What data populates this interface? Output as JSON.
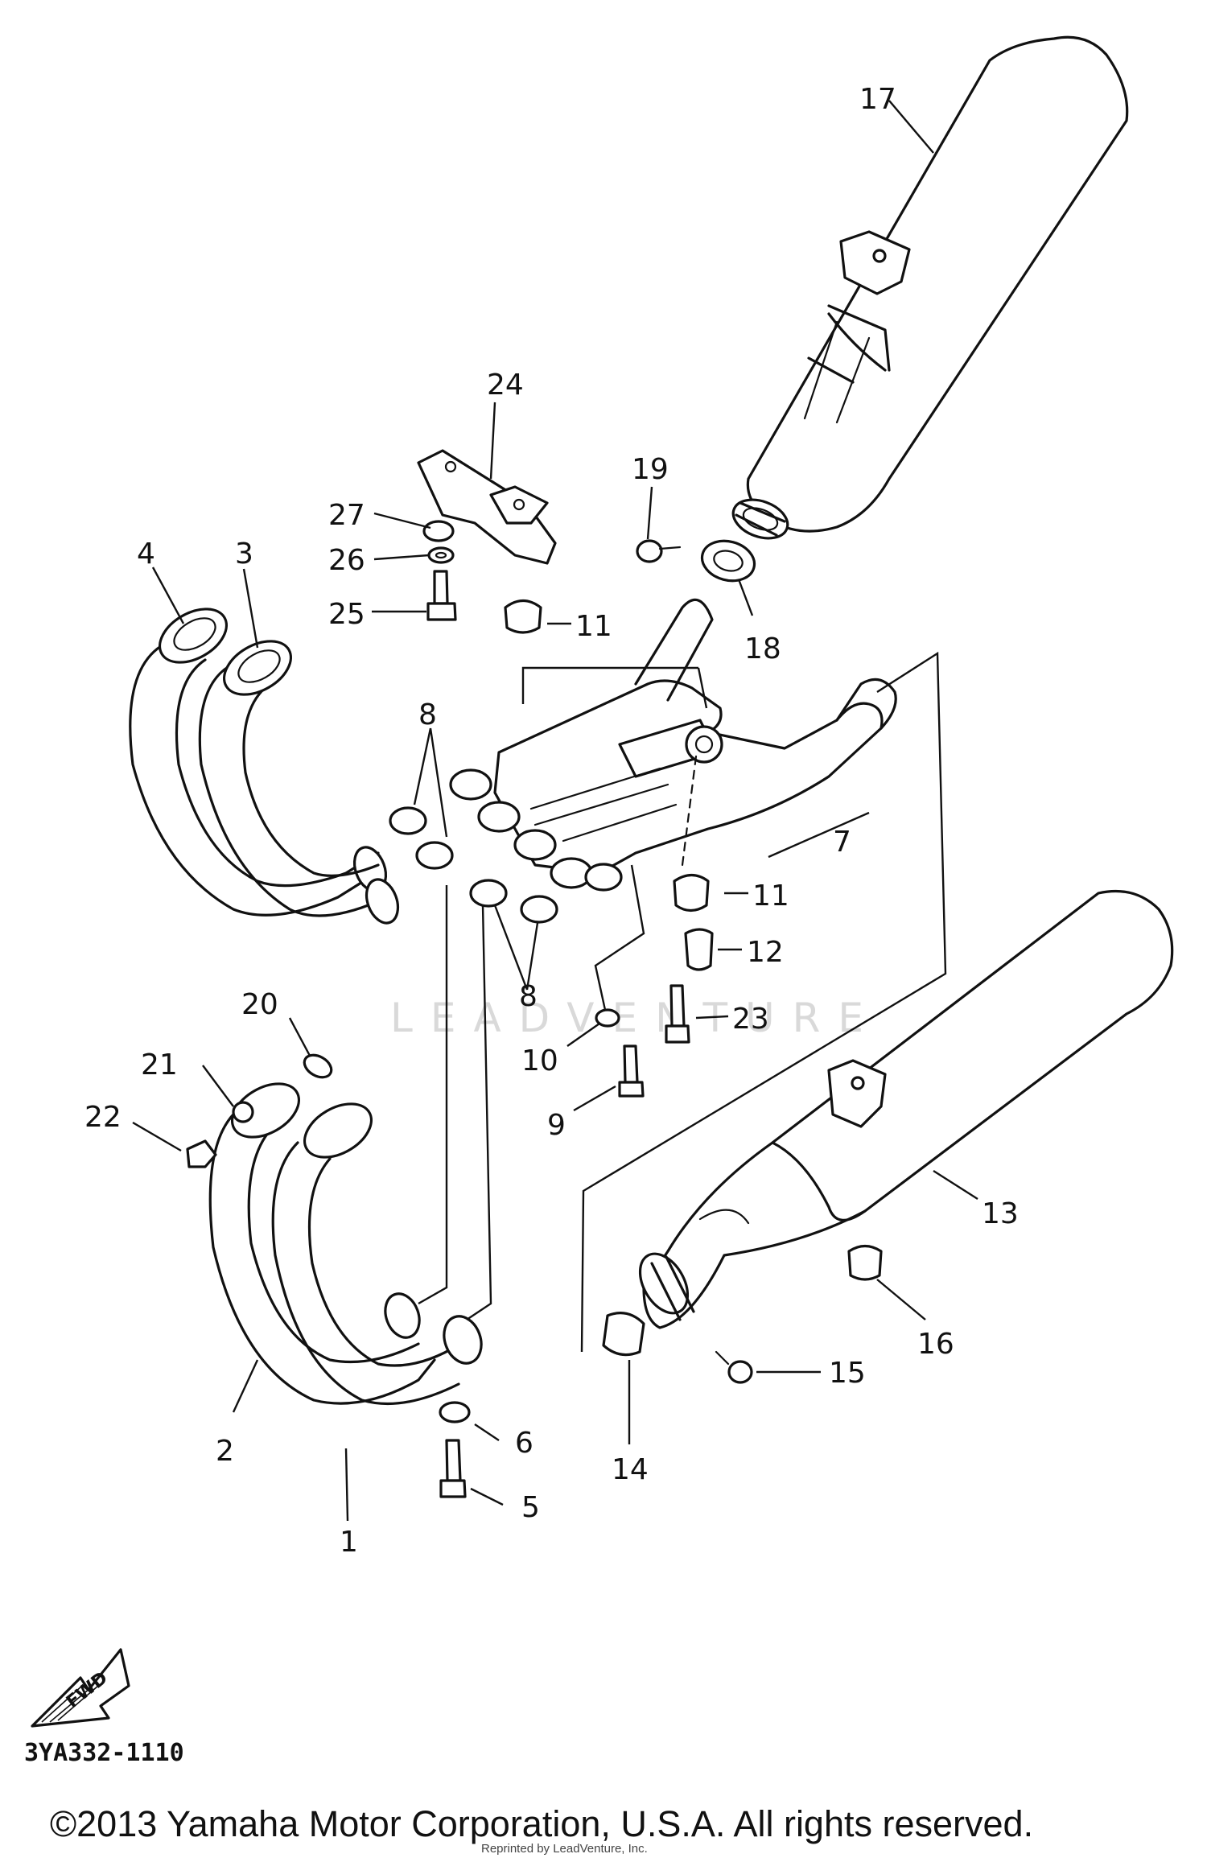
{
  "diagram_code": "3YA332-1110",
  "copyright": "©2013 Yamaha Motor Corporation, U.S.A. All rights reserved.",
  "reprint_note": "Reprinted by LeadVenture, Inc.",
  "watermark": "LEADVENTURE",
  "fwd_label": "FWD",
  "callouts": {
    "p1": "1",
    "p2": "2",
    "p3": "3",
    "p4": "4",
    "p5": "5",
    "p6": "6",
    "p7": "7",
    "p8a": "8",
    "p8b": "8",
    "p9": "9",
    "p10": "10",
    "p11a": "11",
    "p11b": "11",
    "p12": "12",
    "p13": "13",
    "p14": "14",
    "p15": "15",
    "p16": "16",
    "p17": "17",
    "p18": "18",
    "p19": "19",
    "p20": "20",
    "p21": "21",
    "p22": "22",
    "p23": "23",
    "p24": "24",
    "p25": "25",
    "p26": "26",
    "p27": "27"
  }
}
